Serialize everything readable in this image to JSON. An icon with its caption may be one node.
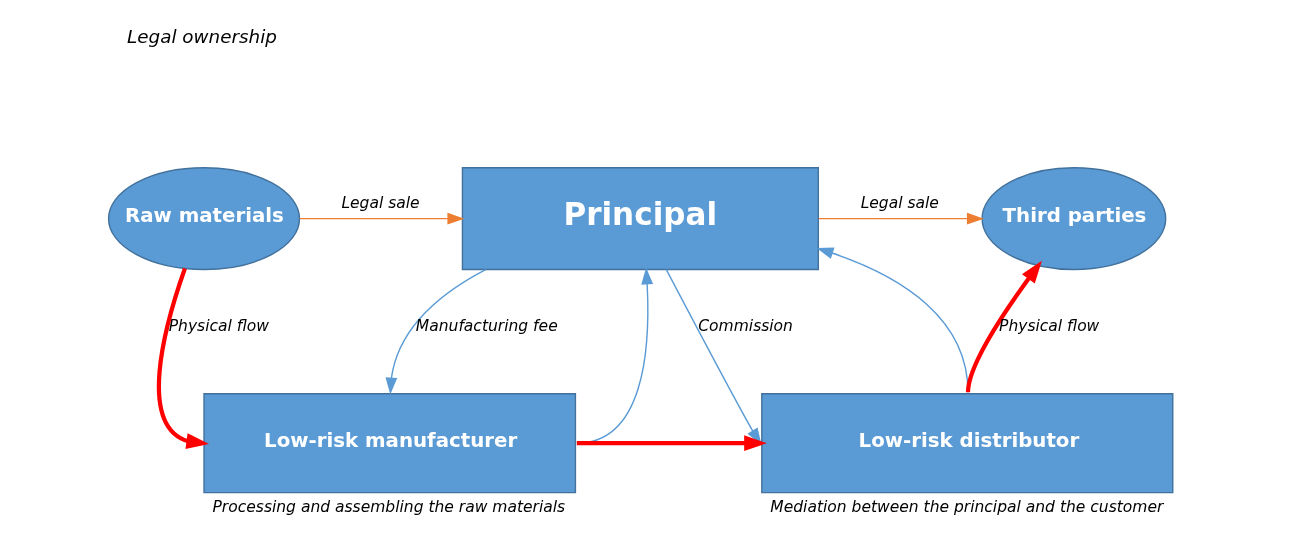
{
  "diagram": {
    "nodes": [
      {
        "text": [
          "Raw materials"
        ]
      },
      {
        "text": [
          "Principal"
        ]
      },
      {
        "text": [
          "Third parties"
        ]
      },
      {
        "text": [
          "Low-risk manufacturer"
        ],
        "beside": [
          "Processing and assembling the raw materials"
        ]
      },
      {
        "text": [
          "Low-risk distributor"
        ],
        "beside": [
          "Mediation between the principal and the customer"
        ]
      }
    ],
    "edges": [
      {
        "from": 0,
        "to": 1,
        "arrow": "to",
        "label": "Legal sale",
        "color": "#ed7d31"
      },
      {
        "from": 1,
        "to": 2,
        "arrow": "to",
        "label": "Legal sale",
        "color": "#ed7d31"
      },
      {
        "from": 1,
        "to": 3,
        "arrow": "to",
        "label": "Manufacturing fee",
        "color": "#5b9bd5"
      },
      {
        "from": 3,
        "to": 1,
        "arrow": "to",
        "color": "#5b9bd5"
      },
      {
        "from": 4,
        "to": 1,
        "arrow": "to",
        "color": "#5b9bd5"
      },
      {
        "from": 1,
        "to": 4,
        "arrow": "to",
        "label": "Commission",
        "color": "#5b9bd5"
      },
      {
        "from": 0,
        "to": 3,
        "arrow": "to",
        "label": "Physical flow",
        "style": "thick",
        "color": "#ff0000"
      },
      {
        "from": 3,
        "to": 4,
        "arrow": "to",
        "style": "thick",
        "color": "#ff0000"
      },
      {
        "from": 4,
        "to": 2,
        "arrow": "to",
        "label": "Physical flow",
        "style": "thick",
        "color": "#ff0000"
      }
    ],
    "labels": [
      "Legal ownership"
    ]
  }
}
